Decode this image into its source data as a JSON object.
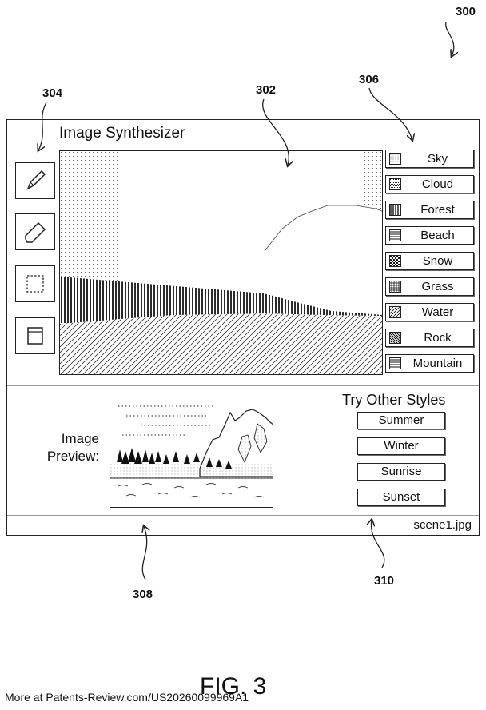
{
  "figure": {
    "ref_main": "300",
    "ref_canvas": "302",
    "ref_tools": "304",
    "ref_labels": "306",
    "ref_preview": "308",
    "ref_styles": "310",
    "caption": "FIG. 3",
    "footer": "More at Patents-Review.com/US20260099969A1"
  },
  "app": {
    "title": "Image Synthesizer",
    "tools": [
      {
        "icon": "pencil-icon"
      },
      {
        "icon": "eraser-icon"
      },
      {
        "icon": "select-rect-icon"
      },
      {
        "icon": "fill-icon"
      }
    ],
    "labels": [
      {
        "text": "Sky",
        "pattern": "dots"
      },
      {
        "text": "Cloud",
        "pattern": "dense"
      },
      {
        "text": "Forest",
        "pattern": "vlines"
      },
      {
        "text": "Beach",
        "pattern": "hlines"
      },
      {
        "text": "Snow",
        "pattern": "checker"
      },
      {
        "text": "Grass",
        "pattern": "grid"
      },
      {
        "text": "Water",
        "pattern": "diag"
      },
      {
        "text": "Rock",
        "pattern": "rdiag"
      },
      {
        "text": "Mountain",
        "pattern": "hlines"
      }
    ],
    "preview_label": "Image Preview:",
    "styles_heading": "Try Other Styles",
    "styles": [
      "Summer",
      "Winter",
      "Sunrise",
      "Sunset"
    ],
    "filename": "scene1.jpg"
  }
}
